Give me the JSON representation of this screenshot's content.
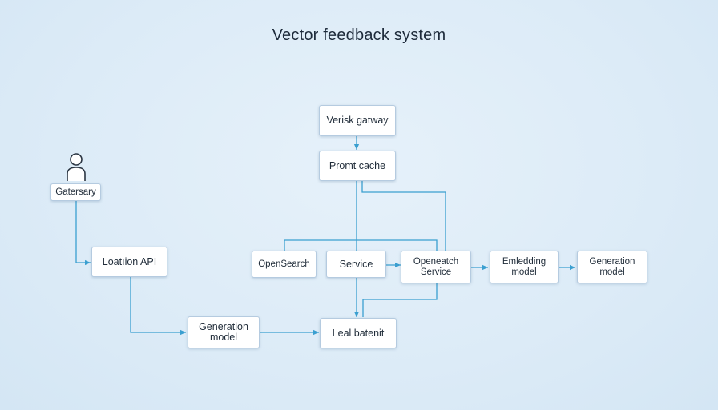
{
  "diagram": {
    "title": "Vector feedback system",
    "nodes": {
      "gateway": "Gatersary",
      "location_api": "Loatıion API",
      "generation_model_left": "Generation\nmodel",
      "verisk_gateway": "Verisk gatway",
      "prompt_cache": "Promt cache",
      "opensearch": "OpenSearch",
      "service": "Service",
      "opensearch_service": "Openeatch\nService",
      "embedding_model": "Emledding\nmodel",
      "generation_model_right": "Generation\nmodel",
      "lead_batch": "Leal batenit"
    },
    "icons": {
      "user": "user-icon"
    },
    "colors": {
      "edge": "#3a9fd0",
      "background": "#dcebf7",
      "node_border": "#b5cbe0"
    }
  }
}
